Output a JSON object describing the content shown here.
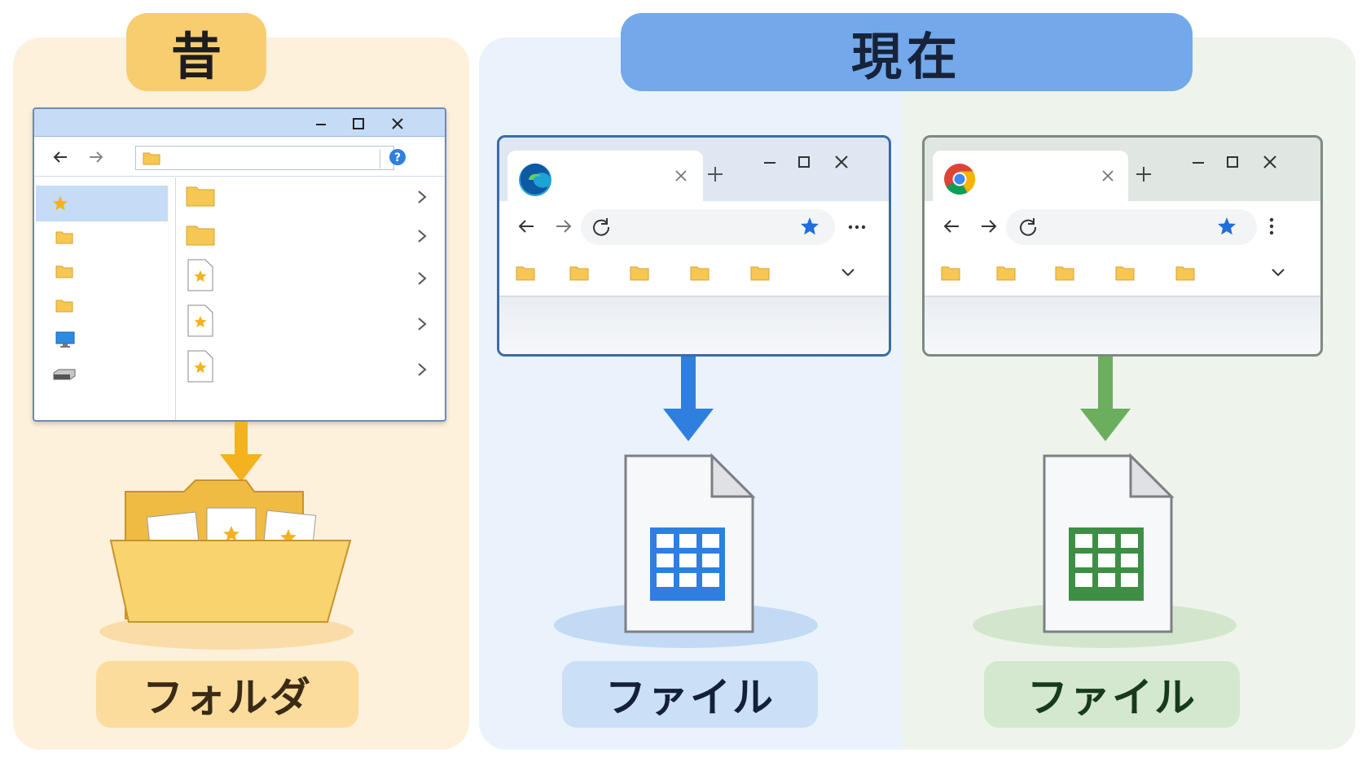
{
  "past": {
    "title": "昔",
    "label": "フォルダ"
  },
  "present": {
    "title": "現在",
    "edge_label": "ファイル",
    "chrome_label": "ファイル"
  },
  "explorer": {
    "help_icon": "?"
  },
  "colors": {
    "past_bg": "#fdf1dc",
    "past_accent": "#f8cd70",
    "present_bg": "#eaf3fc",
    "present_accent": "#73a9ea",
    "edge_blue": "#2f7fe0",
    "chrome_green": "#6aae5e",
    "folder_yellow": "#f6c853"
  },
  "icons": [
    "minimize-icon",
    "maximize-icon",
    "close-icon",
    "back-arrow-icon",
    "forward-arrow-icon",
    "folder-icon",
    "help-icon",
    "star-icon",
    "desktop-icon",
    "drive-icon",
    "chevron-right-icon",
    "edge-logo-icon",
    "chrome-logo-icon",
    "new-tab-icon",
    "reload-icon",
    "more-icon",
    "chevron-down-icon",
    "arrow-down-icon",
    "spreadsheet-file-icon",
    "open-folder-icon"
  ]
}
